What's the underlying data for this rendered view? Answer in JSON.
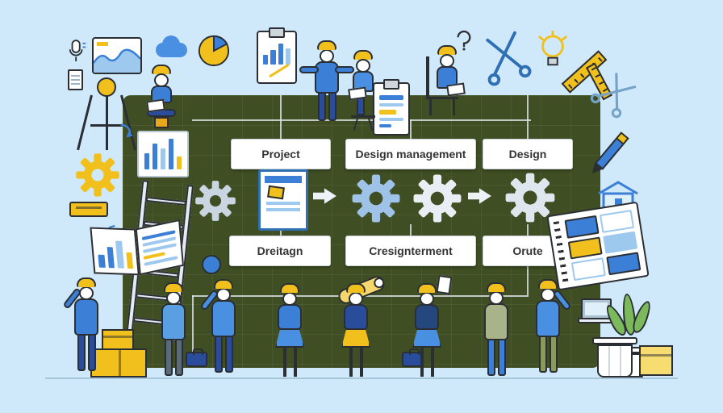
{
  "colors": {
    "background": "#cfe9fb",
    "board": "#404f23",
    "blue": "#3b7fd6",
    "navy": "#2a4d9b",
    "yellow": "#f2c01d",
    "outline": "#2b2f33",
    "white": "#ffffff"
  },
  "board": {
    "top_row": [
      {
        "label": "Project"
      },
      {
        "label": "Design management"
      },
      {
        "label": "Design"
      }
    ],
    "bottom_row": [
      {
        "label": "Dreitagn"
      },
      {
        "label": "Cresignterment"
      },
      {
        "label": "Orute"
      }
    ]
  },
  "icons": [
    "microphone-icon",
    "document-icon",
    "monitor-chart-icon",
    "cloud-icon",
    "pie-chart-icon",
    "clipboard-chart-icon",
    "clipboard-list-icon",
    "question-mark-icon",
    "scissors-icon",
    "lightbulb-icon",
    "ruler-icon",
    "pen-icon",
    "house-icon",
    "tripod-icon",
    "gear-icon",
    "tag-icon",
    "curve-arrow-icon",
    "card-chart-icon",
    "ladder-icon",
    "open-book-icon",
    "planner-icon",
    "paper-roll-icon",
    "disc-icon",
    "card-icon",
    "laptop-icon",
    "briefcase-icon",
    "box-icon",
    "plant-icon",
    "trash-can-icon",
    "arrow-icon",
    "blueprint-icon"
  ]
}
